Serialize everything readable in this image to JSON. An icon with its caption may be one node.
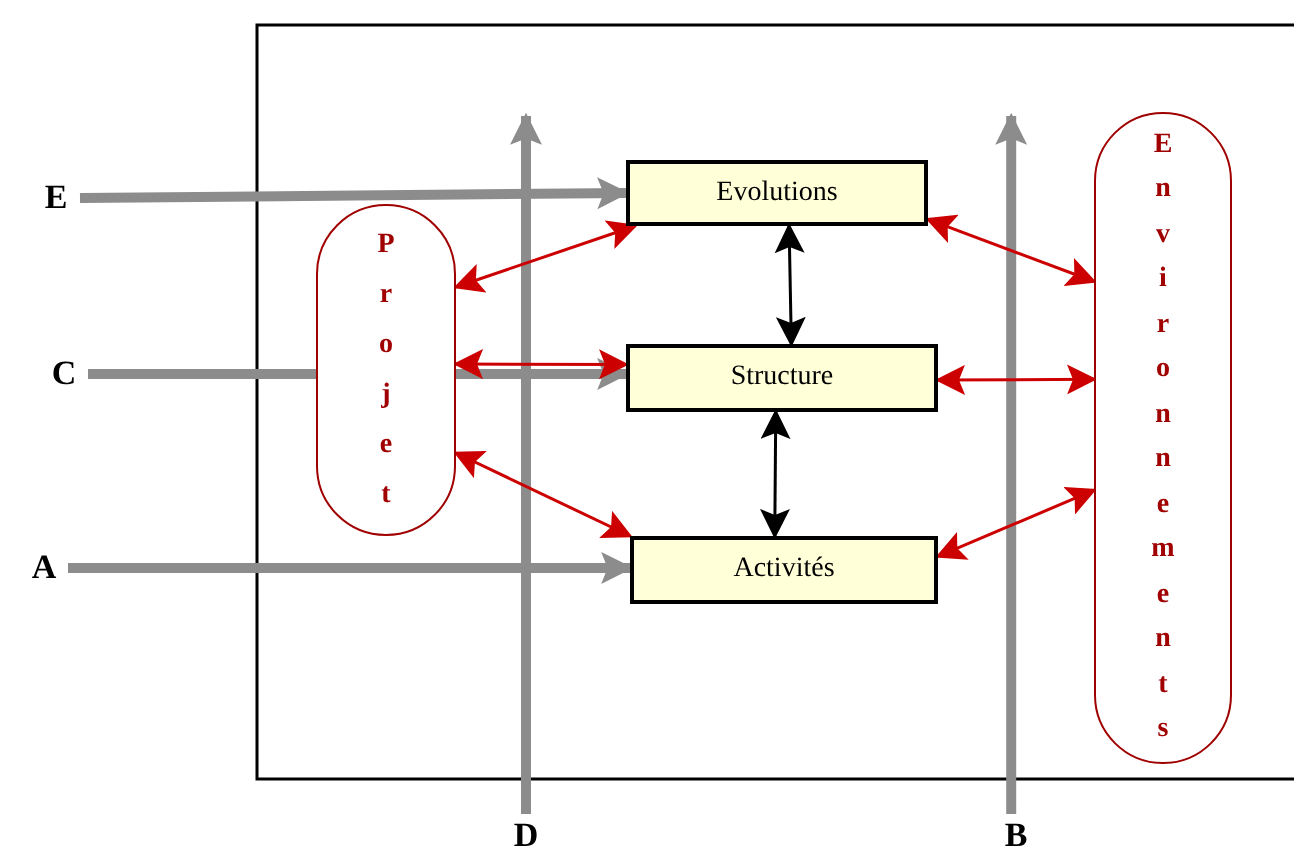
{
  "diagram": {
    "nodes": [
      {
        "text": [
          "E"
        ]
      },
      {
        "text": [
          "C"
        ]
      },
      {
        "text": [
          "A"
        ]
      },
      {
        "text": [
          "D"
        ]
      },
      {
        "text": [
          "B"
        ]
      },
      {
        "text": [
          "Projet"
        ]
      },
      {
        "text": [
          "Evolutions"
        ]
      },
      {
        "text": [
          "Structure"
        ]
      },
      {
        "text": [
          "Activités"
        ]
      },
      {
        "text": [
          "Environnements"
        ]
      }
    ],
    "edges": [
      {
        "from": 0,
        "to": 6,
        "arrow": "to",
        "style": "thick",
        "color": "#8c8c8c"
      },
      {
        "from": 1,
        "to": 5,
        "arrow": "none",
        "style": "thick",
        "color": "#8c8c8c"
      },
      {
        "from": 5,
        "to": 7,
        "arrow": "to",
        "style": "thick",
        "color": "#8c8c8c"
      },
      {
        "from": 2,
        "to": 8,
        "arrow": "to",
        "style": "thick",
        "color": "#8c8c8c"
      },
      {
        "from": 3,
        "to": null,
        "arrow": "to",
        "style": "thick",
        "color": "#8c8c8c"
      },
      {
        "from": 4,
        "to": null,
        "arrow": "to",
        "style": "thick",
        "color": "#8c8c8c"
      },
      {
        "from": 5,
        "to": 6,
        "arrow": "both",
        "color": "#cc0000"
      },
      {
        "from": 5,
        "to": 7,
        "arrow": "both",
        "color": "#cc0000"
      },
      {
        "from": 5,
        "to": 8,
        "arrow": "both",
        "color": "#cc0000"
      },
      {
        "from": 6,
        "to": 9,
        "arrow": "both",
        "color": "#cc0000"
      },
      {
        "from": 7,
        "to": 9,
        "arrow": "both",
        "color": "#cc0000"
      },
      {
        "from": 8,
        "to": 9,
        "arrow": "both",
        "color": "#cc0000"
      },
      {
        "from": 6,
        "to": 7,
        "arrow": "both",
        "color": "#000000"
      },
      {
        "from": 7,
        "to": 8,
        "arrow": "both",
        "color": "#000000"
      }
    ]
  }
}
